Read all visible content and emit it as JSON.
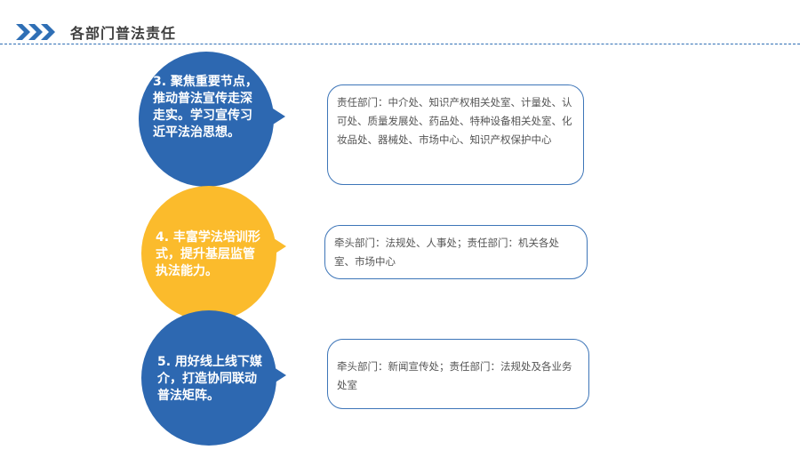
{
  "header": {
    "title": "各部门普法责任"
  },
  "items": [
    {
      "circle_text": "3. 聚焦重要节点，推动普法宣传走深走实。学习宣传习近平法治思想。",
      "box_text": "责任部门：中介处、知识产权相关处室、计量处、认可处、质量发展处、药品处、特种设备相关处室、化妆品处、器械处、市场中心、知识产权保护中心",
      "color": "#2d68b1"
    },
    {
      "circle_text": "4. 丰富学法培训形式，提升基层监管执法能力。",
      "box_text": "牵头部门：法规处、人事处；责任部门：机关各处室、市场中心",
      "color": "#fbbb2c"
    },
    {
      "circle_text": "5. 用好线上线下媒介，打造协同联动普法矩阵。",
      "box_text": "牵头部门：新闻宣传处；责任部门：法规处及各业务处室",
      "color": "#2d68b1"
    }
  ],
  "border_color": "#3d75b8",
  "icons": {
    "header": "triple-chevron-right-icon"
  }
}
